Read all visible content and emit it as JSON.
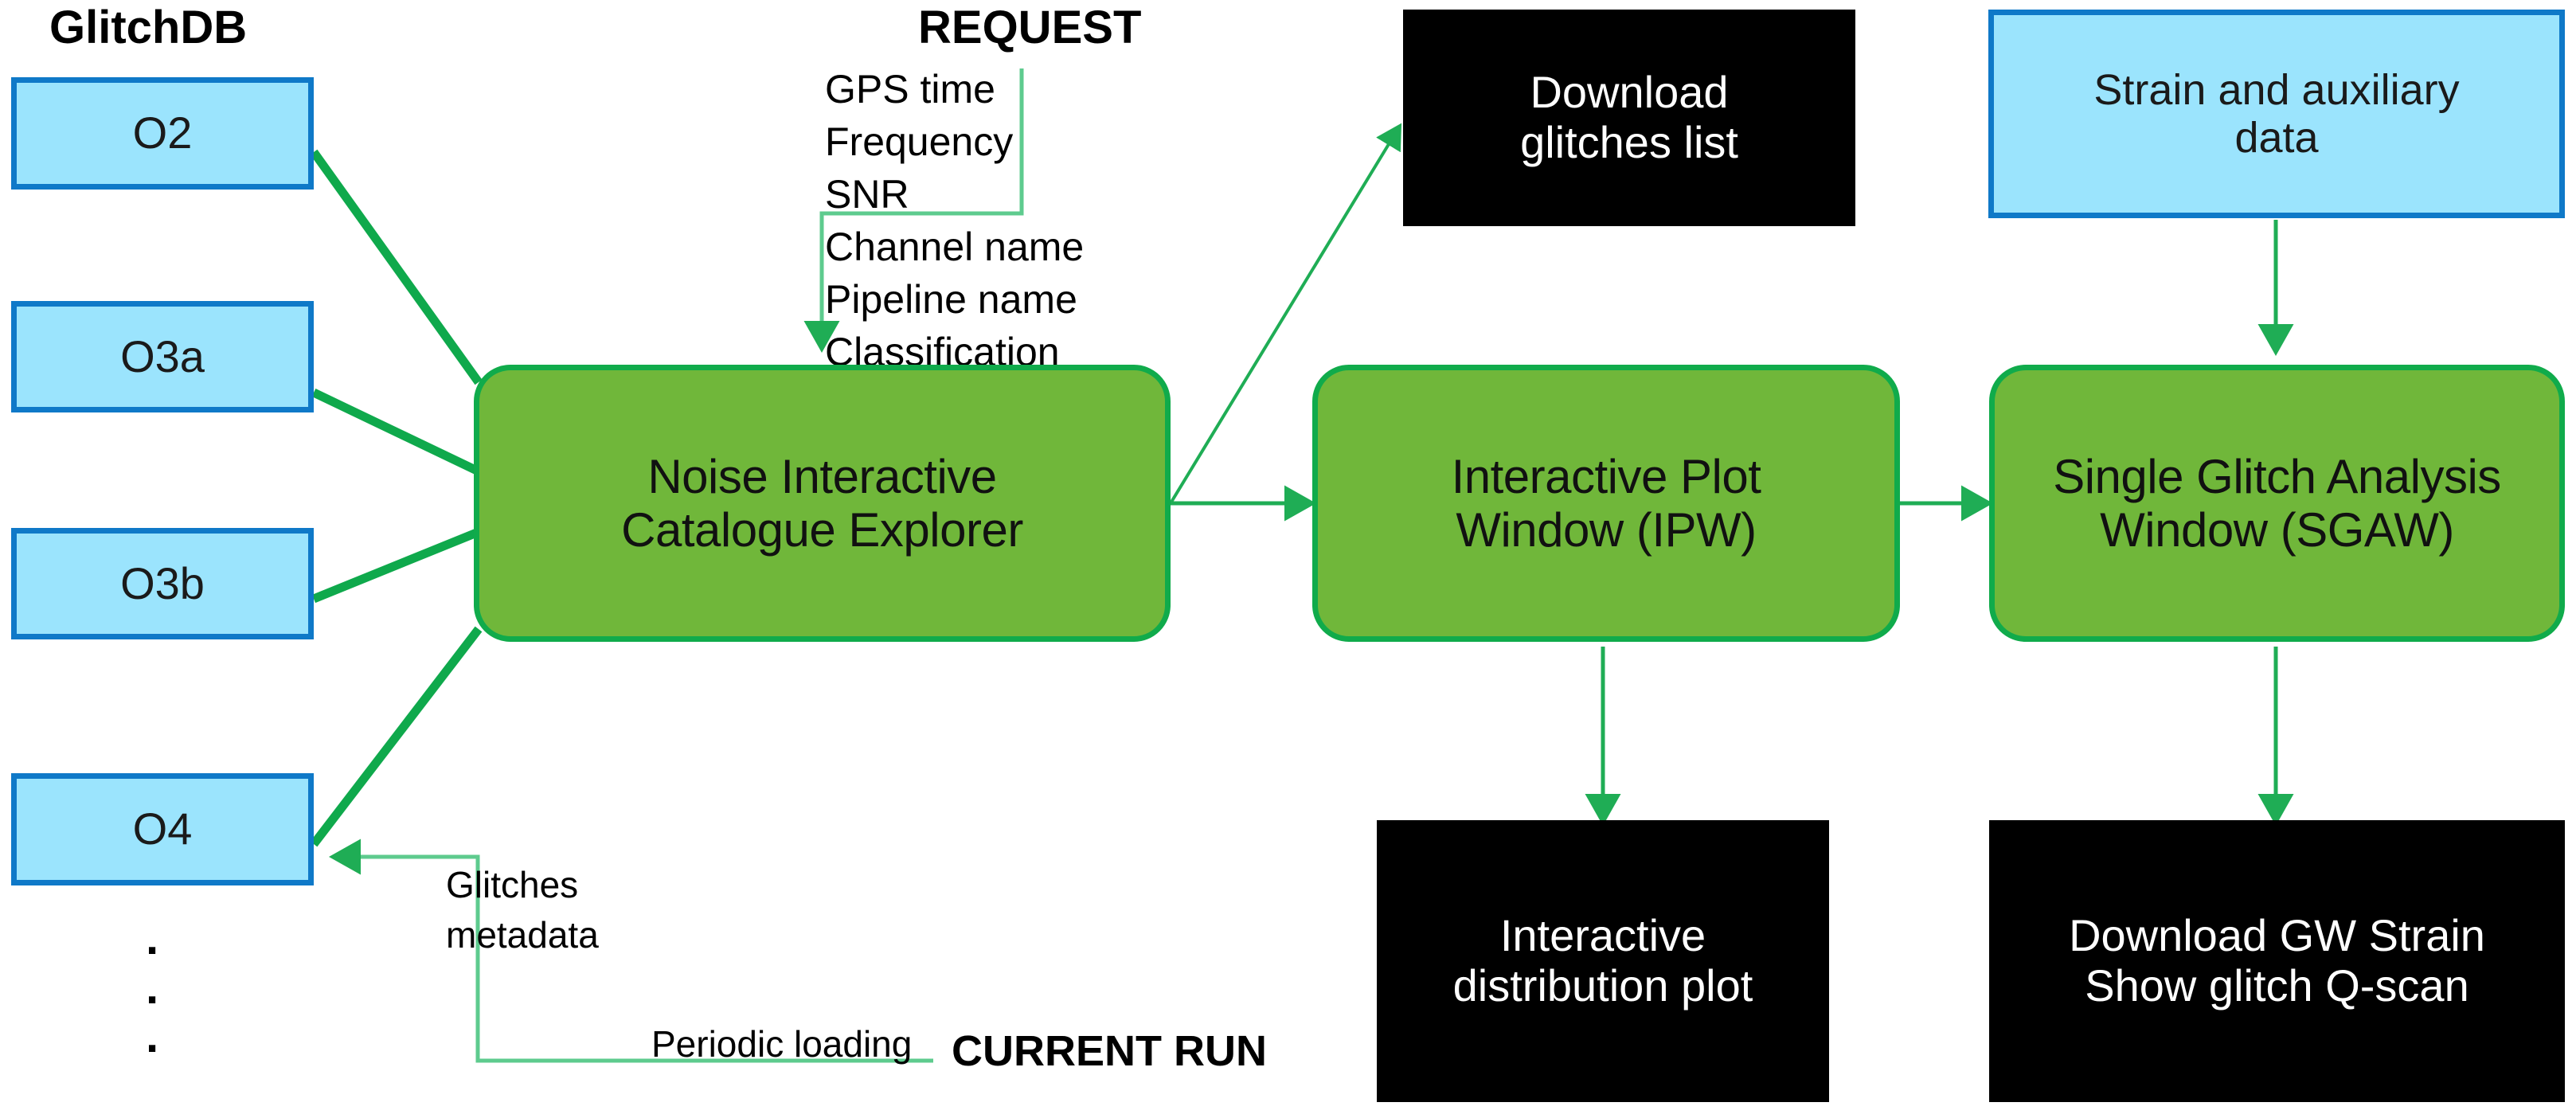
{
  "diagram": {
    "title": "Noise Interactive Catalogue Explorer architecture flow",
    "colors": {
      "blue_fill": "#9BE4FD",
      "blue_border": "#0F79C8",
      "green_fill": "#70B73A",
      "green_border": "#10AB4B",
      "black_fill": "#000000",
      "arrow_green": "#1FAD55",
      "thin_line_green": "#3FBF7F"
    }
  },
  "glitchdb": {
    "heading": "GlitchDB",
    "items": [
      {
        "label": "O2"
      },
      {
        "label": "O3a"
      },
      {
        "label": "O3b"
      },
      {
        "label": "O4"
      }
    ],
    "ellipsis": [
      "·",
      "·",
      "·"
    ]
  },
  "request": {
    "heading": "REQUEST",
    "fields": [
      "GPS time",
      "Frequency",
      "SNR",
      "Channel name",
      "Pipeline name",
      "Classification"
    ]
  },
  "processes": {
    "nice": {
      "line1": "Noise Interactive",
      "line2": "Catalogue Explorer"
    },
    "ipw": {
      "line1": "Interactive Plot",
      "line2": "Window  (IPW)"
    },
    "sgaw": {
      "line1": "Single Glitch Analysis",
      "line2": "Window (SGAW)"
    }
  },
  "outputs": {
    "download_list": {
      "line1": "Download",
      "line2": "glitches list"
    },
    "distribution_plot": {
      "line1": "Interactive",
      "line2": "distribution plot"
    },
    "gw_strain": {
      "line1": "Download GW Strain",
      "line2": "Show glitch Q-scan"
    }
  },
  "inputs": {
    "strain_aux": {
      "line1": "Strain and auxiliary",
      "line2": "data"
    }
  },
  "annotations": {
    "glitches_metadata_line1": "Glitches",
    "glitches_metadata_line2": "metadata",
    "periodic_loading": "Periodic loading",
    "current_run": "CURRENT RUN"
  }
}
